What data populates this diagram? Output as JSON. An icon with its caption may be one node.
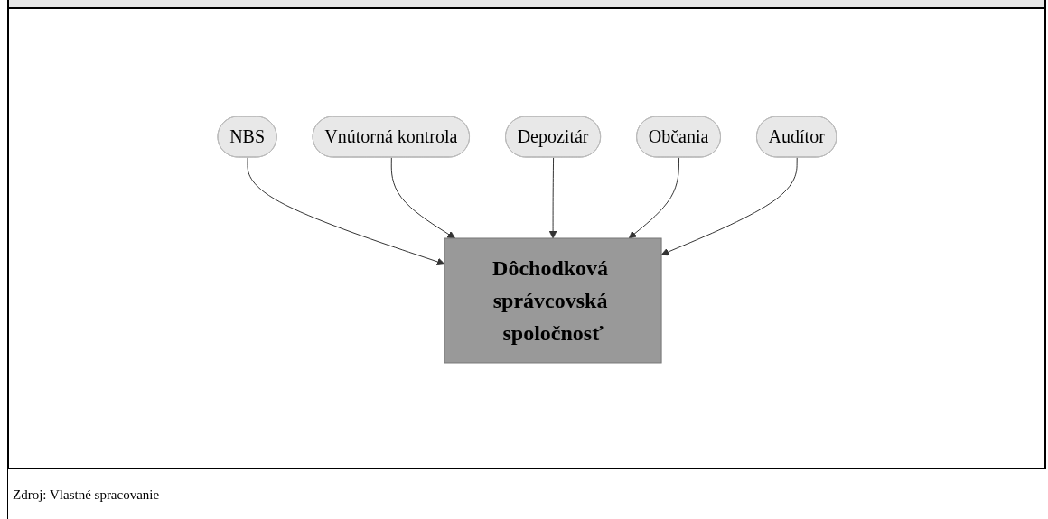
{
  "diagram": {
    "caption": "Zdroj: Vlastné spracovanie",
    "nodes": [
      {
        "text": [
          "NBS"
        ]
      },
      {
        "text": [
          "Vnútorná kontrola"
        ]
      },
      {
        "text": [
          "Depozitár"
        ]
      },
      {
        "text": [
          "Dôchodková správcovská spoločnosť"
        ]
      },
      {
        "text": [
          "Občania"
        ]
      },
      {
        "text": [
          "Audítor"
        ]
      }
    ],
    "edges": [
      {
        "from": 0,
        "to": 3,
        "arrow": "to"
      },
      {
        "from": 1,
        "to": 3,
        "arrow": "to"
      },
      {
        "from": 2,
        "to": 3,
        "arrow": "to"
      },
      {
        "from": 4,
        "to": 3,
        "arrow": "to"
      },
      {
        "from": 5,
        "to": 3,
        "arrow": "to"
      }
    ]
  }
}
